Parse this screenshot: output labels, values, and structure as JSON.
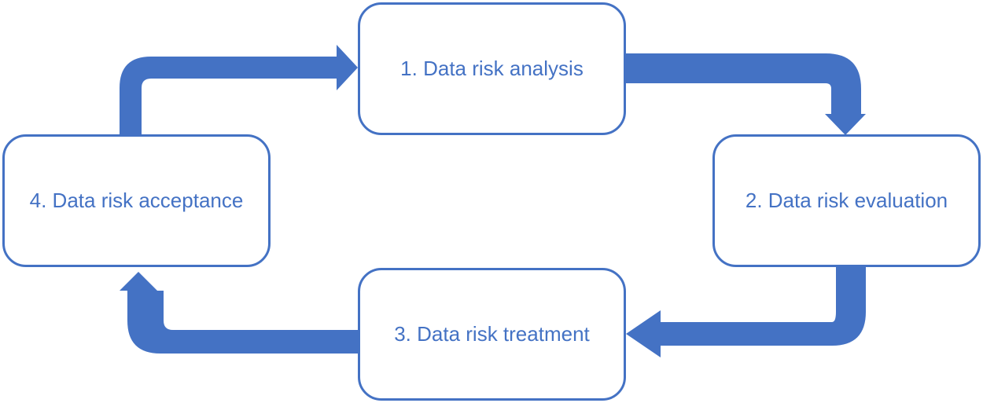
{
  "colors": {
    "accent": "#4472c4",
    "background": "#ffffff"
  },
  "steps": [
    {
      "label": "1. Data risk analysis"
    },
    {
      "label": "2. Data risk evaluation"
    },
    {
      "label": "3. Data risk treatment"
    },
    {
      "label": "4. Data risk acceptance"
    }
  ],
  "connections": [
    {
      "from": "4. Data risk acceptance",
      "to": "1. Data risk analysis"
    },
    {
      "from": "1. Data risk analysis",
      "to": "2. Data risk evaluation"
    },
    {
      "from": "2. Data risk evaluation",
      "to": "3. Data risk treatment"
    },
    {
      "from": "3. Data risk treatment",
      "to": "4. Data risk acceptance"
    }
  ]
}
